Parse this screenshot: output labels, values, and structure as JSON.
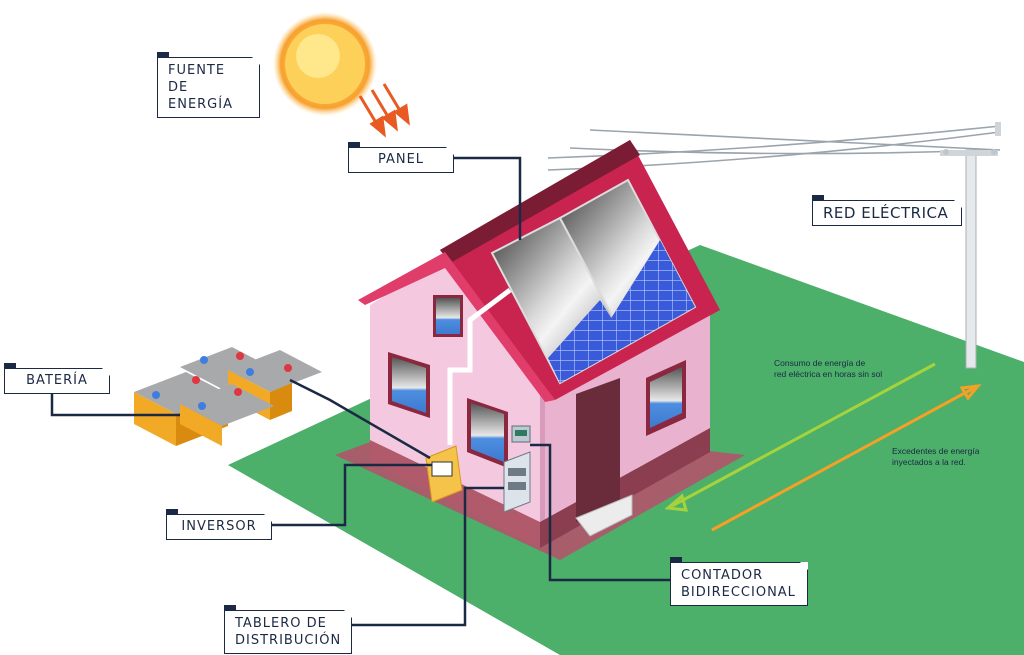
{
  "labels": {
    "fuente": [
      "FUENTE DE",
      "ENERGÍA"
    ],
    "panel": "PANEL",
    "red": "RED ELÉCTRICA",
    "bateria": "BATERÍA",
    "inversor": "INVERSOR",
    "tablero": [
      "TABLERO DE",
      "DISTRIBUCIÓN"
    ],
    "contador": [
      "CONTADOR",
      "BIDIRECCIONAL"
    ]
  },
  "notes": {
    "consumo": [
      "Consumo de energía de",
      "red eléctrica en horas sin sol"
    ],
    "excedentes": [
      "Excedentes de energía",
      "inyectados a la red."
    ]
  },
  "colors": {
    "grass": "#4caf6a",
    "consumo_arrow": "#a6d33c",
    "excedentes_arrow": "#f5a126",
    "roof": "#c8244f",
    "wall": "#f4c9e0",
    "label_border": "#1b2a44",
    "sun": "#fdbf3b"
  }
}
